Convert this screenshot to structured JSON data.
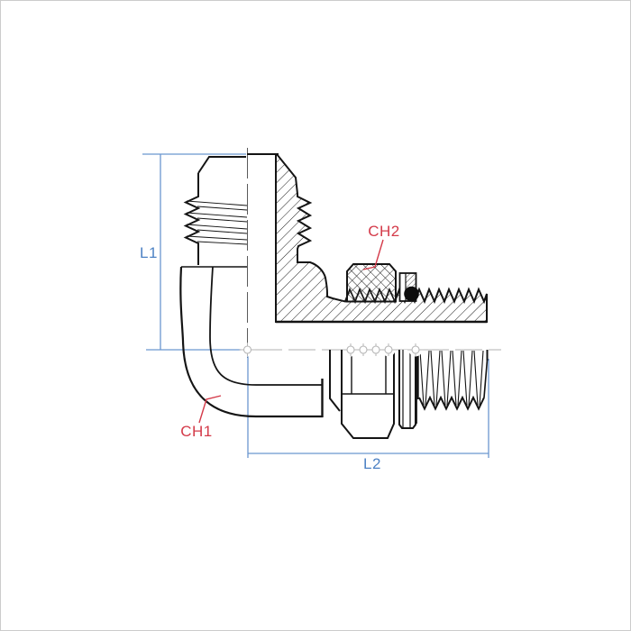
{
  "page": {
    "background": "#ffffff",
    "border_color": "#cccccc"
  },
  "drawing": {
    "description": "Cross-section technical drawing of a 90-degree elbow hydraulic adapter fitting with male flare thread (top), locknut with washer and O-ring, and male straight thread (right)",
    "labels": {
      "l1": "L1",
      "l2": "L2",
      "ch1": "CH1",
      "ch2": "CH2"
    },
    "colors": {
      "dimension_blue": "#6b96cf",
      "dimension_text_blue": "#4d82c4",
      "label_red": "#d43a49",
      "outline_black": "#141414",
      "centerline_gray": "#b5b5b5",
      "centerline_dark": "#5a5a5a",
      "oring_black": "#0d0d0d"
    }
  }
}
